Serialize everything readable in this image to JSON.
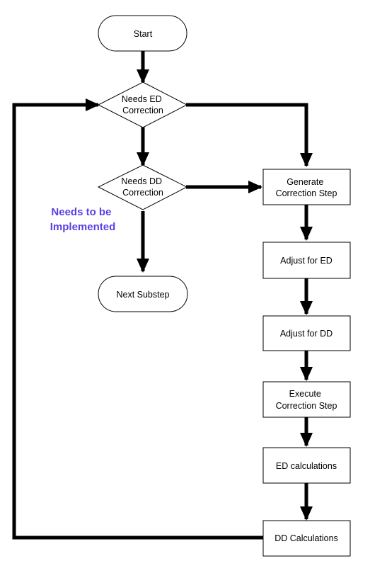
{
  "colors": {
    "node_fill": "#ffffff",
    "node_stroke": "#000000",
    "connector": "#000000",
    "note": "#5b3fe3"
  },
  "nodes": {
    "start": {
      "label": [
        "Start"
      ]
    },
    "needs_ed": {
      "label": [
        "Needs ED",
        "Correction"
      ]
    },
    "needs_dd": {
      "label": [
        "Needs DD",
        "Correction"
      ]
    },
    "next_substep": {
      "label": [
        "Next Substep"
      ]
    },
    "generate": {
      "label": [
        "Generate",
        "Correction Step"
      ]
    },
    "adjust_ed": {
      "label": [
        "Adjust for ED"
      ]
    },
    "adjust_dd": {
      "label": [
        "Adjust for DD"
      ]
    },
    "execute": {
      "label": [
        "Execute",
        "Correction Step"
      ]
    },
    "ed_calc": {
      "label": [
        "ED calculations"
      ]
    },
    "dd_calc": {
      "label": [
        "DD Calculations"
      ]
    }
  },
  "note": {
    "lines": [
      "Needs to be",
      "Implemented"
    ]
  }
}
